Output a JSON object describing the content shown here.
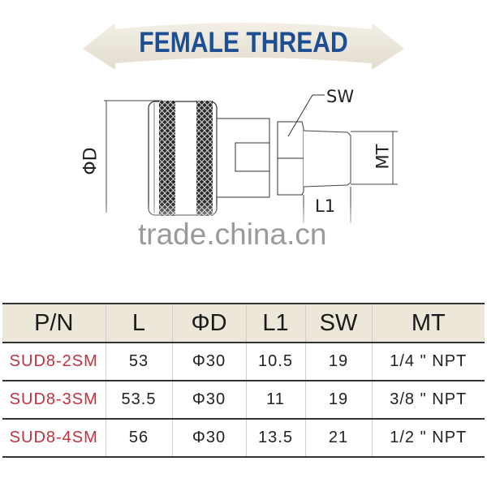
{
  "banner": {
    "title": "FEMALE THREAD",
    "title_color": "#1c4e94",
    "arrow_color": "#ece7db"
  },
  "drawing": {
    "labels": {
      "diameter": "ΦD",
      "sw": "SW",
      "mt": "MT",
      "l1": "L1"
    }
  },
  "watermark": "trade.china.cn",
  "table": {
    "header_bg": "#ede7d9",
    "pn_color": "#c0323e",
    "columns": [
      "P/N",
      "L",
      "ΦD",
      "L1",
      "SW",
      "MT"
    ],
    "rows": [
      {
        "pn": "SUD8-2SM",
        "l": "53",
        "d": "Φ30",
        "l1": "10.5",
        "sw": "19",
        "mt": "1/4 \" NPT"
      },
      {
        "pn": "SUD8-3SM",
        "l": "53.5",
        "d": "Φ30",
        "l1": "11",
        "sw": "19",
        "mt": "3/8 \" NPT"
      },
      {
        "pn": "SUD8-4SM",
        "l": "56",
        "d": "Φ30",
        "l1": "13.5",
        "sw": "21",
        "mt": "1/2 \" NPT"
      }
    ]
  }
}
